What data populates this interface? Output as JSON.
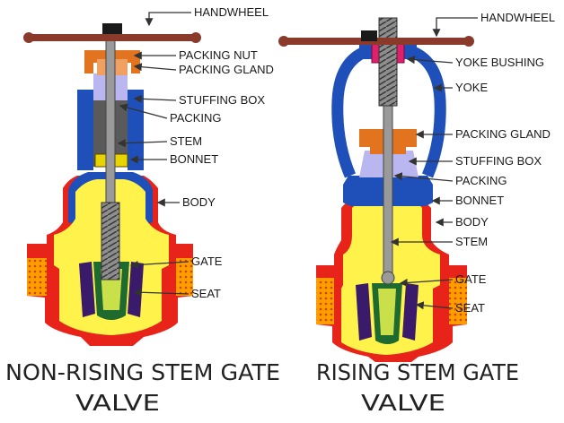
{
  "left_valve": {
    "labels": {
      "handwheel": "HANDWHEEL",
      "packing_nut": "PACKING NUT",
      "packing_gland": "PACKING GLAND",
      "stuffing_box": "STUFFING BOX",
      "packing": "PACKING",
      "stem": "STEM",
      "bonnet": "BONNET",
      "body": "BODY",
      "gate": "GATE",
      "seat": "SEAT"
    },
    "caption": {
      "line1": "NON-RISING STEM GATE",
      "line2": "VALVE"
    }
  },
  "right_valve": {
    "labels": {
      "handwheel": "HANDWHEEL",
      "yoke_bushing": "YOKE BUSHING",
      "yoke": "YOKE",
      "packing_gland": "PACKING GLAND",
      "stuffing_box": "STUFFING BOX",
      "packing": "PACKING",
      "bonnet": "BONNET",
      "body": "BODY",
      "stem": "STEM",
      "gate": "GATE",
      "seat": "SEAT"
    },
    "caption": {
      "line1": "RISING STEM GATE",
      "line2": "VALVE"
    }
  },
  "colors": {
    "handwheel": "#8a3a2a",
    "stem": "#9a9a9a",
    "packing_nut": "#e2731f",
    "stuffing_box_grey": "#606060",
    "body_blue": "#1f4fb8",
    "body_yellow": "#fff24a",
    "body_red": "#e8241a",
    "gate_green": "#1f6a2e",
    "seat_purple": "#3a1a6a",
    "yoke_bushing": "#e0206a",
    "packing_lavender": "#b9b6f0"
  }
}
